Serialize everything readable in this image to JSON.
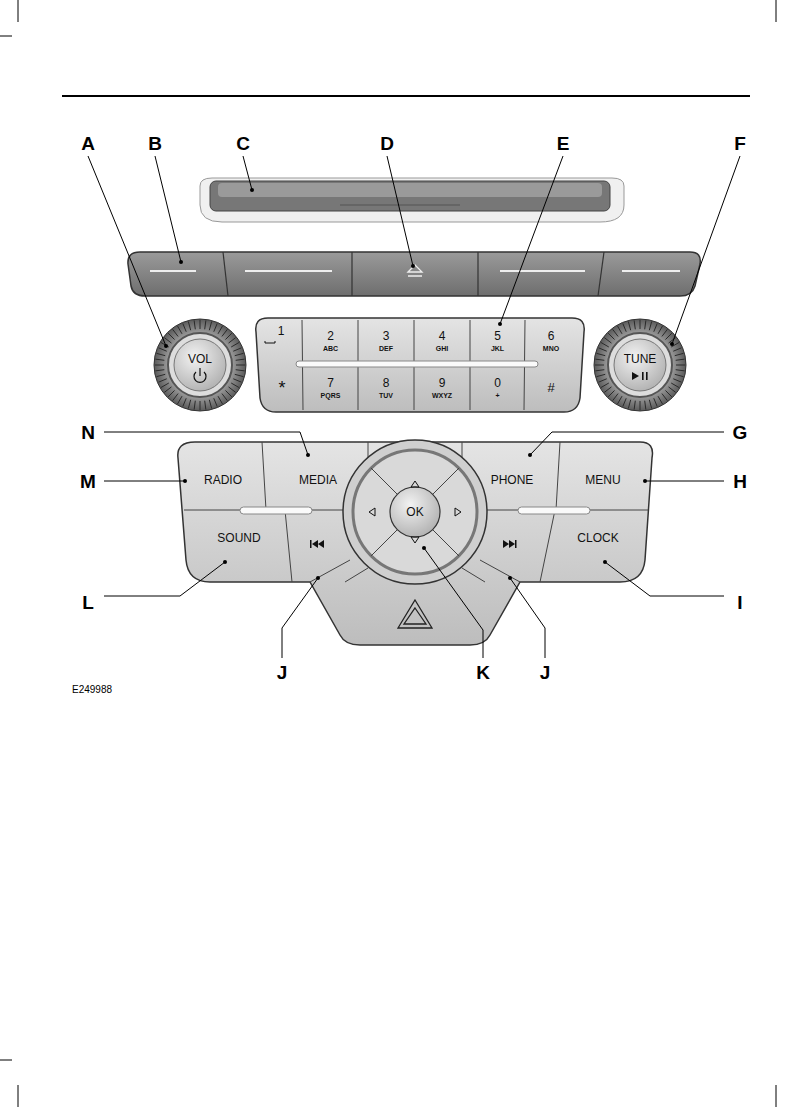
{
  "diagram": {
    "nodes": [
      {
        "text": [
          "VOL"
        ]
      },
      {
        "text": [
          "1"
        ]
      },
      {
        "text": [
          "2",
          "ABC"
        ]
      },
      {
        "text": [
          "3",
          "DEF"
        ]
      },
      {
        "text": [
          "4",
          "GHI"
        ]
      },
      {
        "text": [
          "5",
          "JKL"
        ]
      },
      {
        "text": [
          "6",
          "MNO"
        ]
      },
      {
        "text": [
          "TUNE"
        ]
      },
      {
        "text": [
          "*"
        ]
      },
      {
        "text": [
          "7",
          "PQRS"
        ]
      },
      {
        "text": [
          "8",
          "TUV"
        ]
      },
      {
        "text": [
          "9",
          "WXYZ"
        ]
      },
      {
        "text": [
          "0",
          "+"
        ]
      },
      {
        "text": [
          "#"
        ]
      },
      {
        "text": [
          "RADIO"
        ]
      },
      {
        "text": [
          "MEDIA"
        ]
      },
      {
        "text": [
          "PHONE"
        ]
      },
      {
        "text": [
          "MENU"
        ]
      },
      {
        "text": [
          "OK"
        ]
      },
      {
        "text": [
          "SOUND"
        ]
      },
      {
        "text": [
          "CLOCK"
        ]
      }
    ],
    "labels": [
      "A",
      "B",
      "C",
      "D",
      "E",
      "F",
      "N",
      "G",
      "M",
      "H",
      "L",
      "I",
      "J",
      "K",
      "J",
      "E249988"
    ]
  }
}
